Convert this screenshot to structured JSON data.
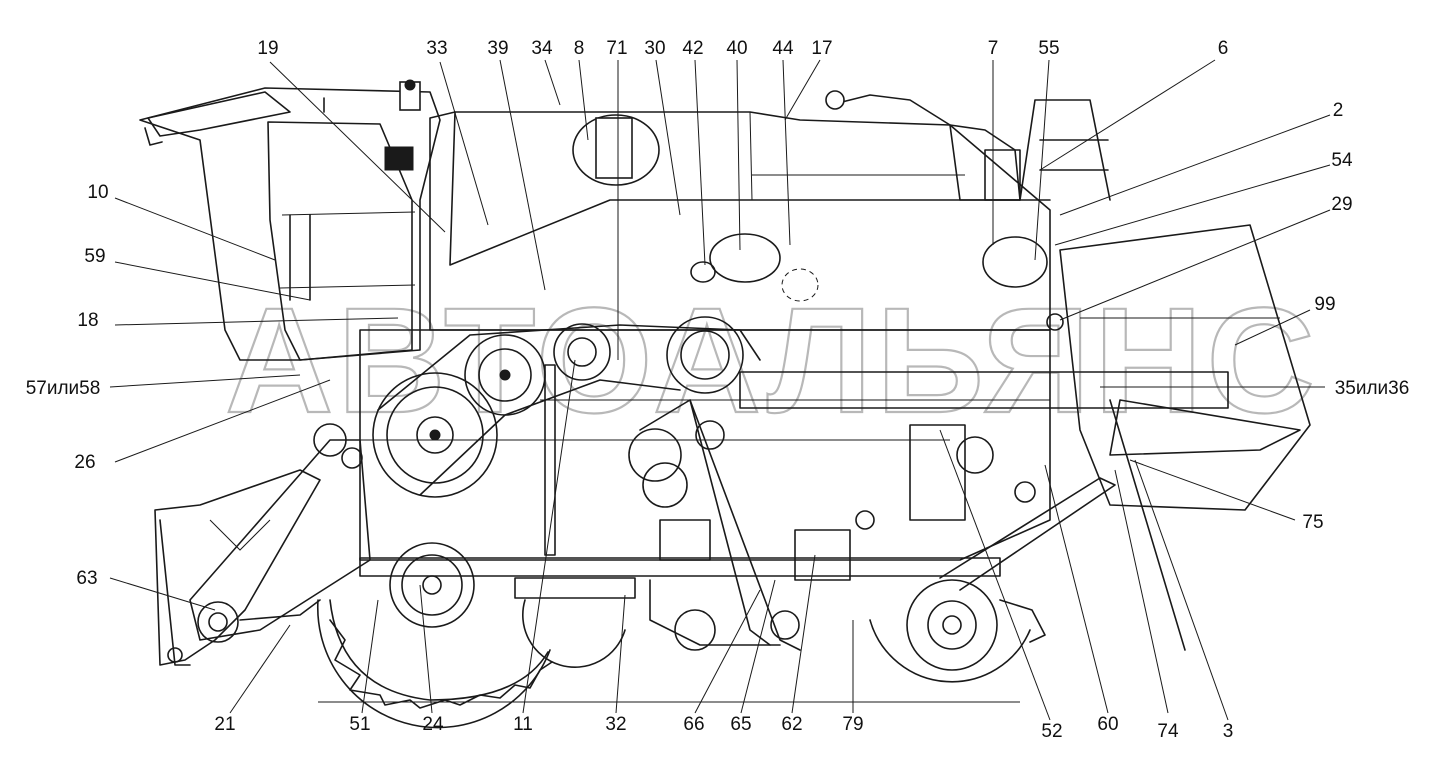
{
  "watermark": "АВТОАЛЬЯНС",
  "callouts": [
    {
      "id": "19"
    },
    {
      "id": "33"
    },
    {
      "id": "39"
    },
    {
      "id": "34"
    },
    {
      "id": "8"
    },
    {
      "id": "71"
    },
    {
      "id": "30"
    },
    {
      "id": "42"
    },
    {
      "id": "40"
    },
    {
      "id": "44"
    },
    {
      "id": "17"
    },
    {
      "id": "7"
    },
    {
      "id": "55"
    },
    {
      "id": "6"
    },
    {
      "id": "2"
    },
    {
      "id": "54"
    },
    {
      "id": "29"
    },
    {
      "id": "10"
    },
    {
      "id": "59"
    },
    {
      "id": "18"
    },
    {
      "id": "99"
    },
    {
      "id": "57или58"
    },
    {
      "id": "35или36"
    },
    {
      "id": "26"
    },
    {
      "id": "75"
    },
    {
      "id": "63"
    },
    {
      "id": "21"
    },
    {
      "id": "51"
    },
    {
      "id": "24"
    },
    {
      "id": "11"
    },
    {
      "id": "32"
    },
    {
      "id": "66"
    },
    {
      "id": "65"
    },
    {
      "id": "62"
    },
    {
      "id": "79"
    },
    {
      "id": "52"
    },
    {
      "id": "60"
    },
    {
      "id": "74"
    },
    {
      "id": "3"
    }
  ],
  "colors": {
    "line": "#1a1a1a",
    "background": "#ffffff",
    "watermark": "#8a8a8a"
  }
}
